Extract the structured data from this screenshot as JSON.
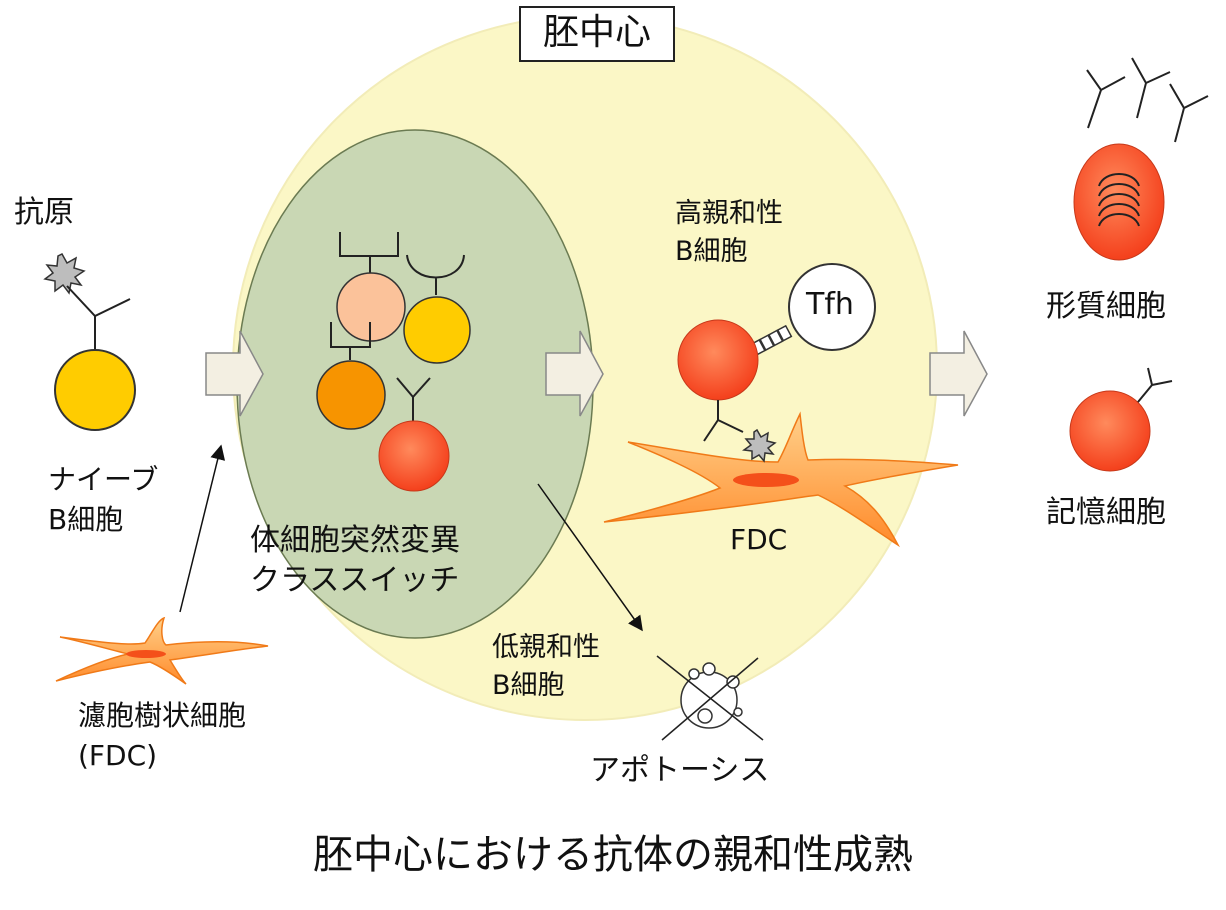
{
  "germinal_center": {
    "title": "胚中心"
  },
  "antigen": {
    "label": "抗原"
  },
  "naive_b_cell": {
    "label_line1": "ナイーブ",
    "label_line2": "B細胞"
  },
  "fdc_left": {
    "label_line1": "濾胞樹状細胞",
    "label_line2": "(FDC)"
  },
  "dark_zone": {
    "label_line1": "体細胞突然変異",
    "label_line2": "クラススイッチ"
  },
  "high_affinity": {
    "label_line1": "高親和性",
    "label_line2": "B細胞"
  },
  "tfh": {
    "label": "Tfh"
  },
  "fdc_center": {
    "label": "FDC"
  },
  "low_affinity": {
    "label_line1": "低親和性",
    "label_line2": "B細胞"
  },
  "apoptosis": {
    "label": "アポトーシス"
  },
  "plasma_cell": {
    "label": "形質細胞"
  },
  "memory_cell": {
    "label": "記憶細胞"
  },
  "bottom_title": "胚中心における抗体の親和性成熟",
  "colors": {
    "germinal_center_fill": "#fbf7c6",
    "dark_zone_fill": "#c9d7b4",
    "naive_b": "#ffcc00",
    "peach_b": "#fbc29a",
    "orange_b": "#f79400",
    "red_b": "#ff5733",
    "fdc": "#ff9a3c",
    "arrow": "#f3efe2"
  }
}
